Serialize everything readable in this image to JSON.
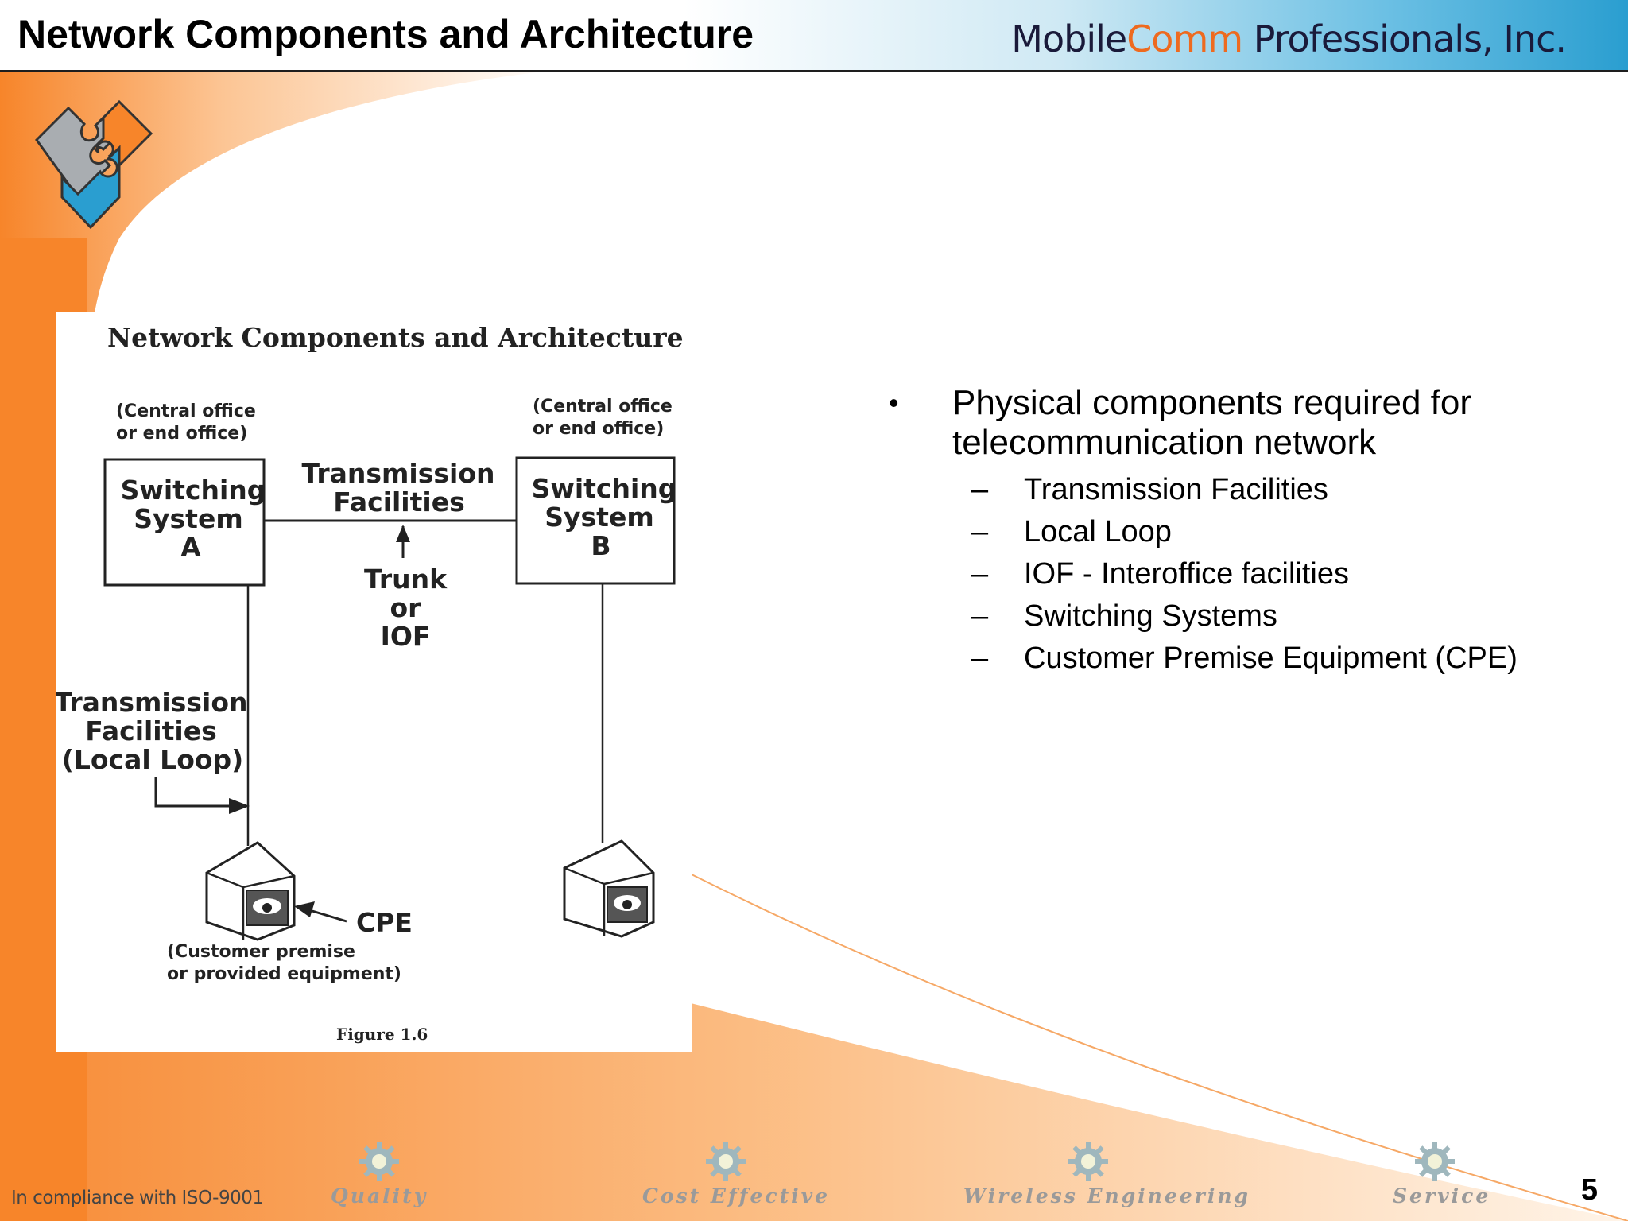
{
  "header": {
    "title": "Network Components and Architecture",
    "brand_part1": "Mobile",
    "brand_part2": "Comm",
    "brand_part3": " Professionals, Inc."
  },
  "figure": {
    "title": "Network Components and Architecture",
    "co_left_line1": "(Central office",
    "co_left_line2": "or end office)",
    "co_right_line1": "(Central office",
    "co_right_line2": "or end office)",
    "switch_a_line1": "Switching",
    "switch_a_line2": "System",
    "switch_a_line3": "A",
    "switch_b_line1": "Switching",
    "switch_b_line2": "System",
    "switch_b_line3": "B",
    "trans_top_line1": "Transmission",
    "trans_top_line2": "Facilities",
    "trunk_line1": "Trunk",
    "trunk_line2": "or",
    "trunk_line3": "IOF",
    "local_line1": "Transmission",
    "local_line2": "Facilities",
    "local_line3": "(Local Loop)",
    "cpe_label": "CPE",
    "cpe_desc_line1": "(Customer premise",
    "cpe_desc_line2": "or provided equipment)",
    "caption": "Figure 1.6"
  },
  "bullets": {
    "main": "Physical components required for telecommunication network",
    "bullet_symbol": "•",
    "dash_symbol": "–",
    "items": [
      "Transmission Facilities",
      "Local Loop",
      "IOF - Interoffice facilities",
      "Switching Systems",
      "Customer Premise Equipment (CPE)"
    ]
  },
  "footer": {
    "iso": "In compliance with ISO-9001",
    "taglines": [
      "Quality",
      "Cost Effective",
      "Wireless Engineering",
      "Service"
    ],
    "page_number": "5"
  },
  "colors": {
    "orange": "#f7852a",
    "blue": "#2a9ed0",
    "gray": "#a9adb1",
    "brand_accent": "#ee6a1f"
  }
}
